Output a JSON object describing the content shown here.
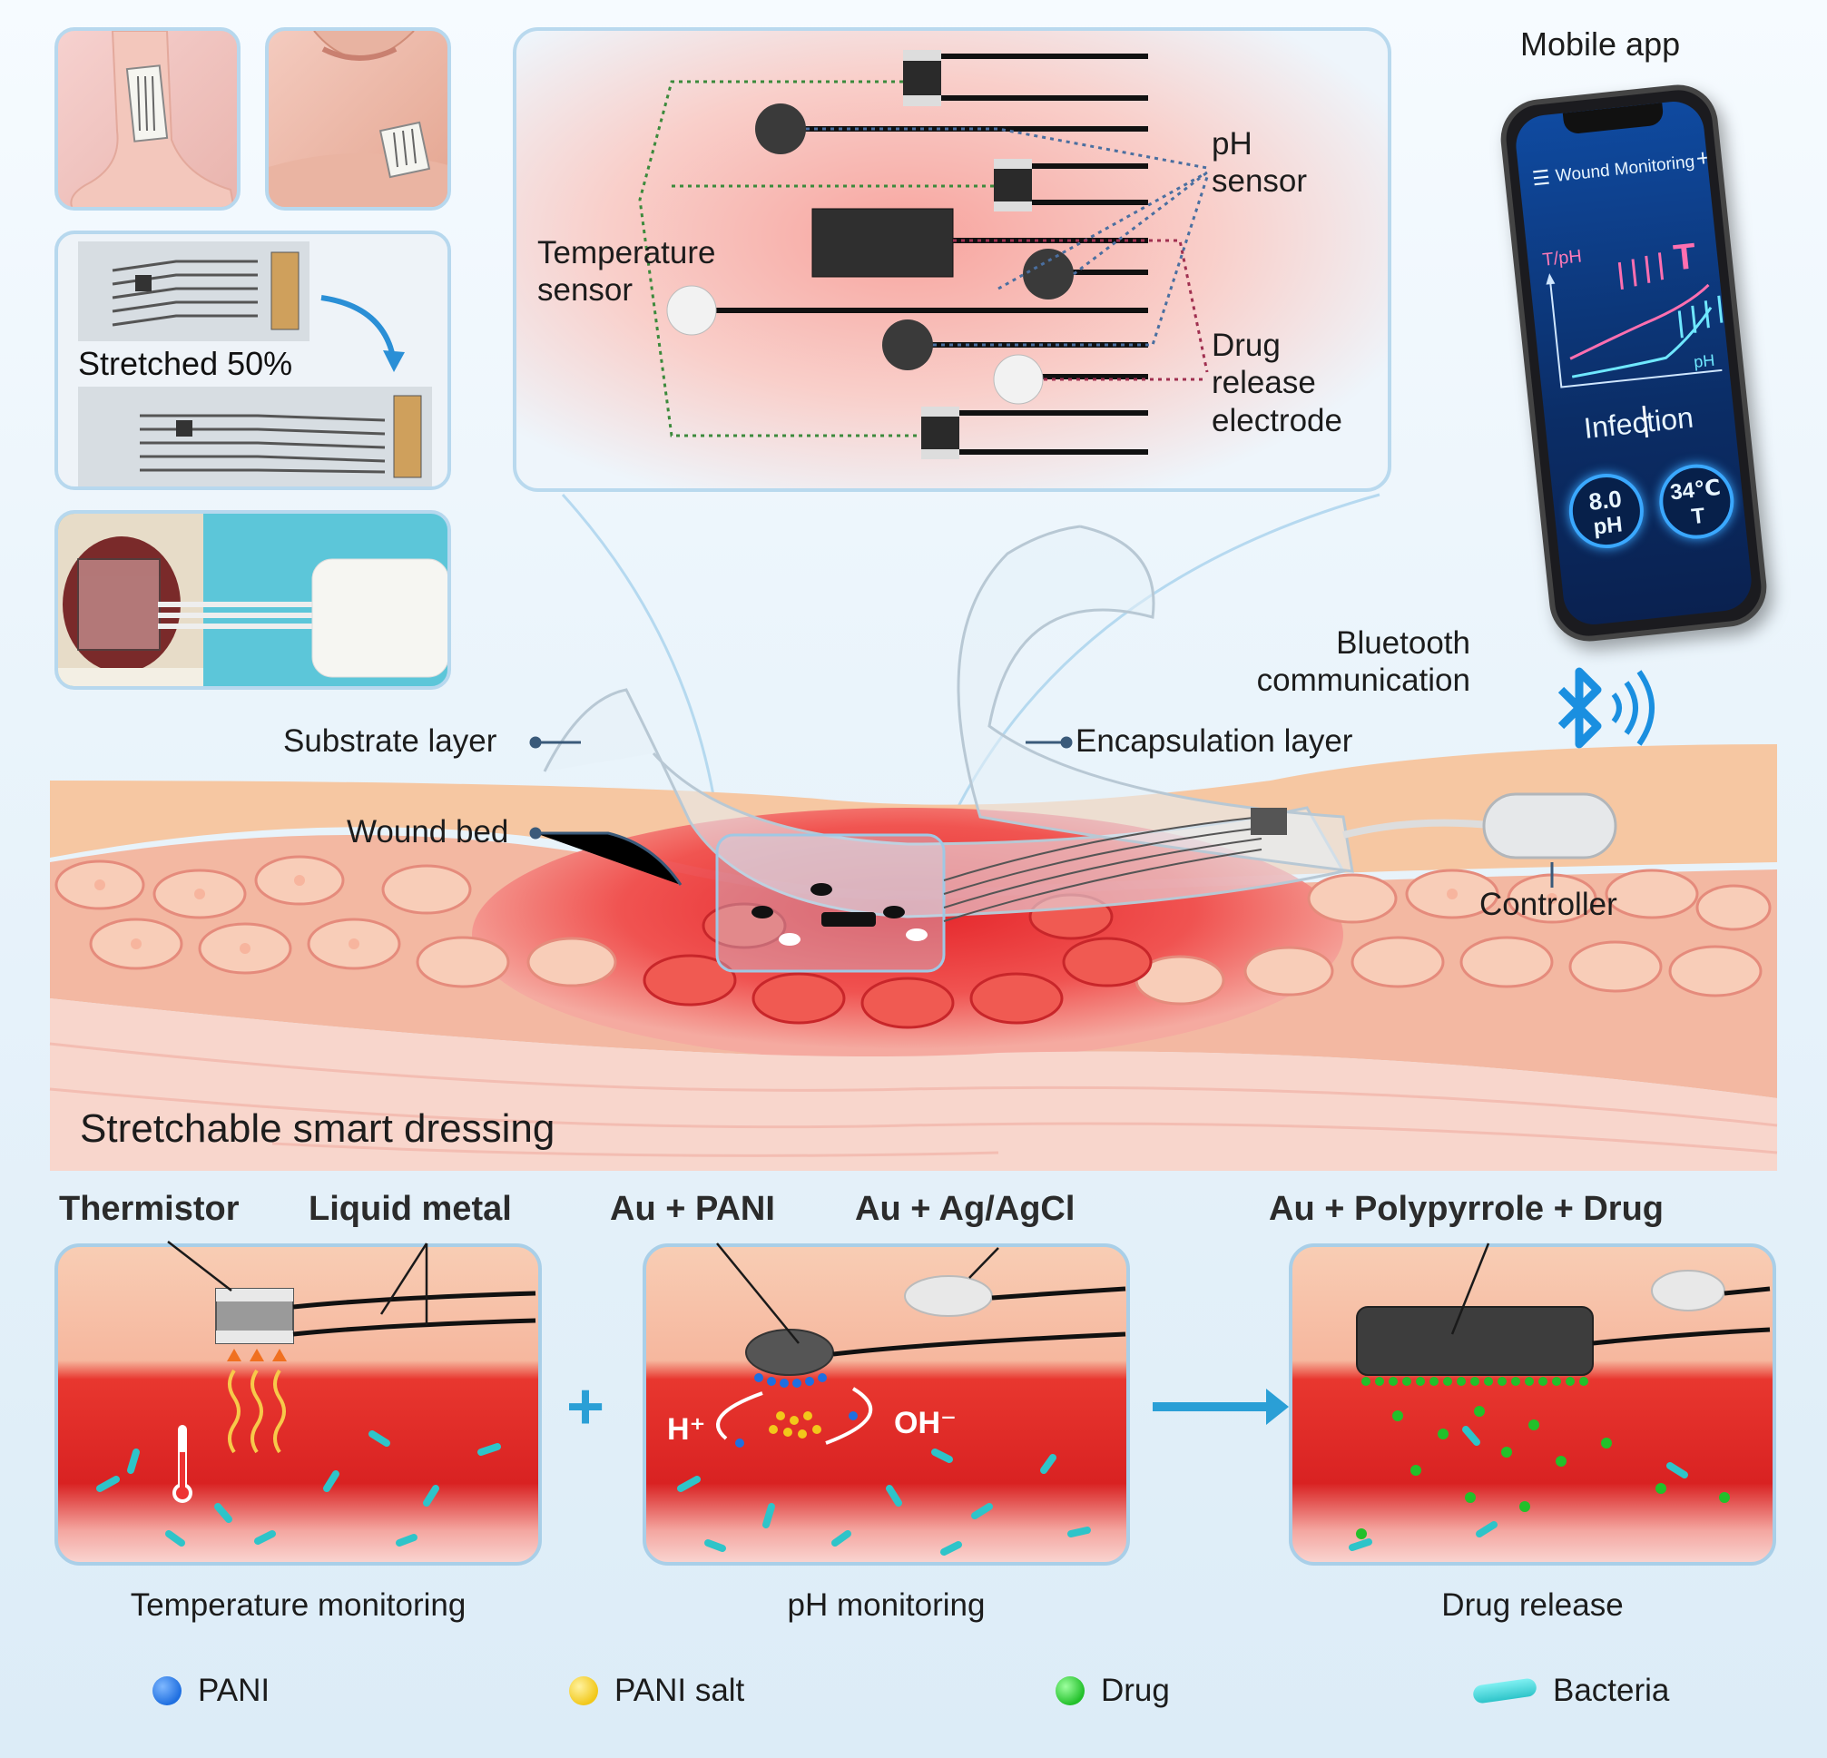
{
  "photos": {
    "stretched_label": "Stretched 50%"
  },
  "zoom_panel": {
    "temperature_sensor": "Temperature\nsensor",
    "ph_sensor": "pH\nsensor",
    "drug_electrode": "Drug\nrelease\nelectrode"
  },
  "phone": {
    "caption": "Mobile app",
    "app_title": "Wound Monitoring",
    "plus_symbol": "+",
    "y_axis": "T/pH",
    "x_axis": "pH",
    "t_marker": "T",
    "status": "Infection",
    "ph_value": "8.0",
    "ph_unit": "pH",
    "temp_value": "34℃",
    "temp_unit": "T"
  },
  "bluetooth": {
    "label": "Bluetooth\ncommunication"
  },
  "dressing": {
    "substrate": "Substrate layer",
    "encapsulation": "Encapsulation layer",
    "wound_bed": "Wound bed",
    "controller": "Controller",
    "title": "Stretchable smart dressing"
  },
  "bottom": {
    "thermistor": "Thermistor",
    "liquid_metal": "Liquid metal",
    "au_pani": "Au + PANI",
    "au_agcl": "Au + Ag/AgCl",
    "au_ppy_drug": "Au + Polypyrrole + Drug",
    "plus_sign": "+",
    "h_ion": "H⁺",
    "oh_ion": "OH⁻",
    "temp_caption": "Temperature monitoring",
    "ph_caption": "pH monitoring",
    "drug_caption": "Drug release"
  },
  "legend": [
    {
      "label": "PANI",
      "color": "#1f6fe0"
    },
    {
      "label": "PANI salt",
      "color": "#f2c81a"
    },
    {
      "label": "Drug",
      "color": "#22c02a"
    },
    {
      "label": "Bacteria",
      "color": "#2ec4c9"
    }
  ]
}
